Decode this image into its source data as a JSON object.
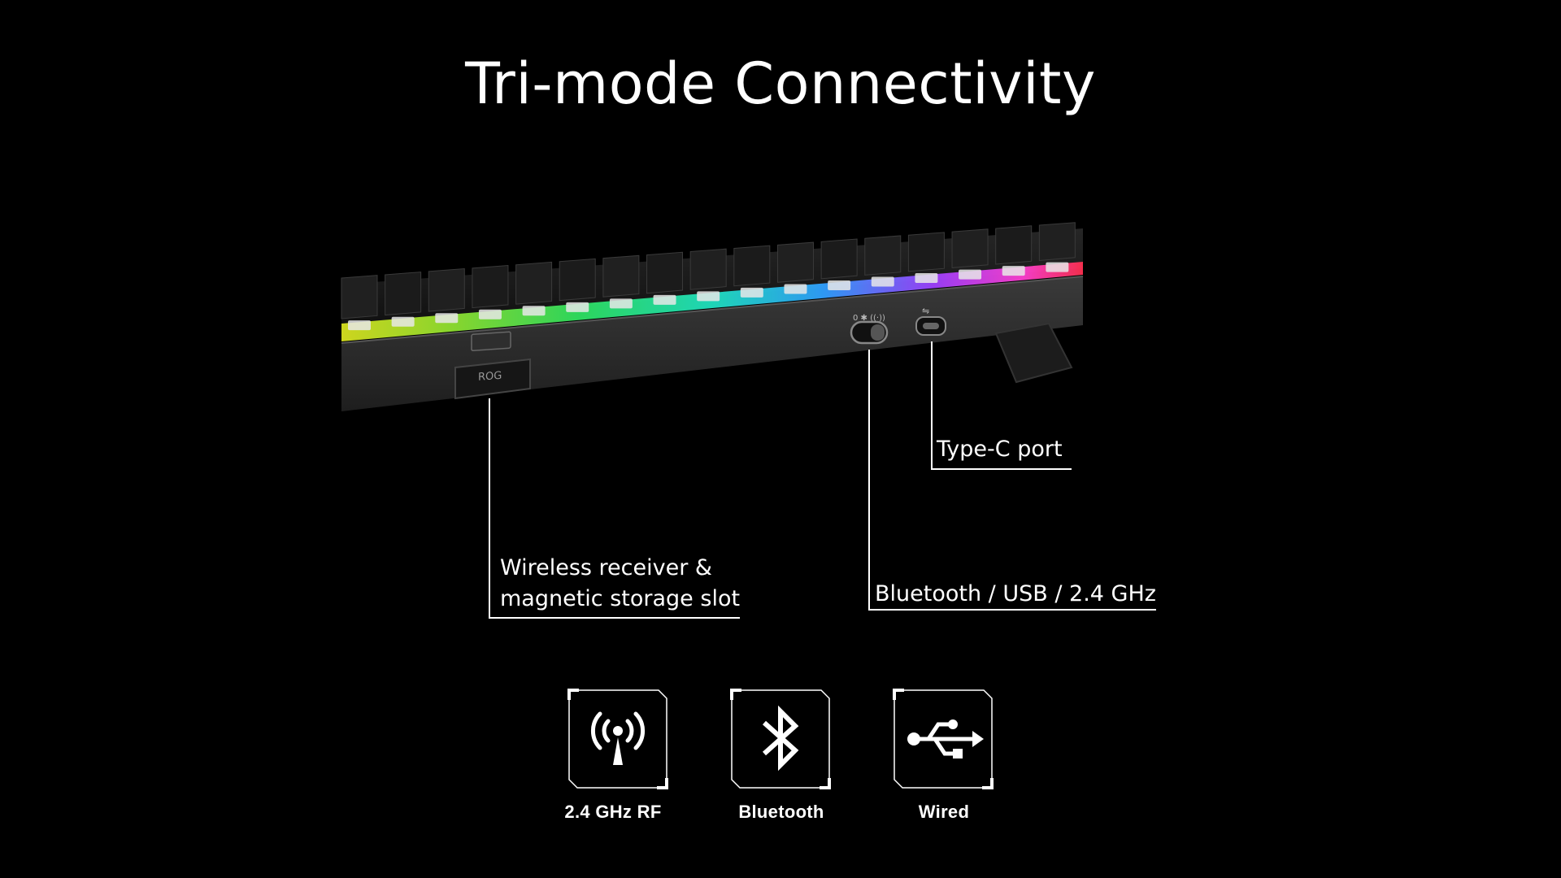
{
  "title": "Tri-mode Connectivity",
  "product_badge": "ROG",
  "callouts": {
    "type_c": "Type-C port",
    "switch": "Bluetooth / USB / 2.4 GHz",
    "receiver_line1": "Wireless receiver &",
    "receiver_line2": "magnetic storage slot"
  },
  "modes": [
    {
      "label": "2.4 GHz RF",
      "icon": "wireless-antenna-icon"
    },
    {
      "label": "Bluetooth",
      "icon": "bluetooth-icon"
    },
    {
      "label": "Wired",
      "icon": "usb-icon"
    }
  ],
  "colors": {
    "background": "#000000",
    "text": "#ffffff",
    "keyboard_body": "#2a2a2a"
  }
}
